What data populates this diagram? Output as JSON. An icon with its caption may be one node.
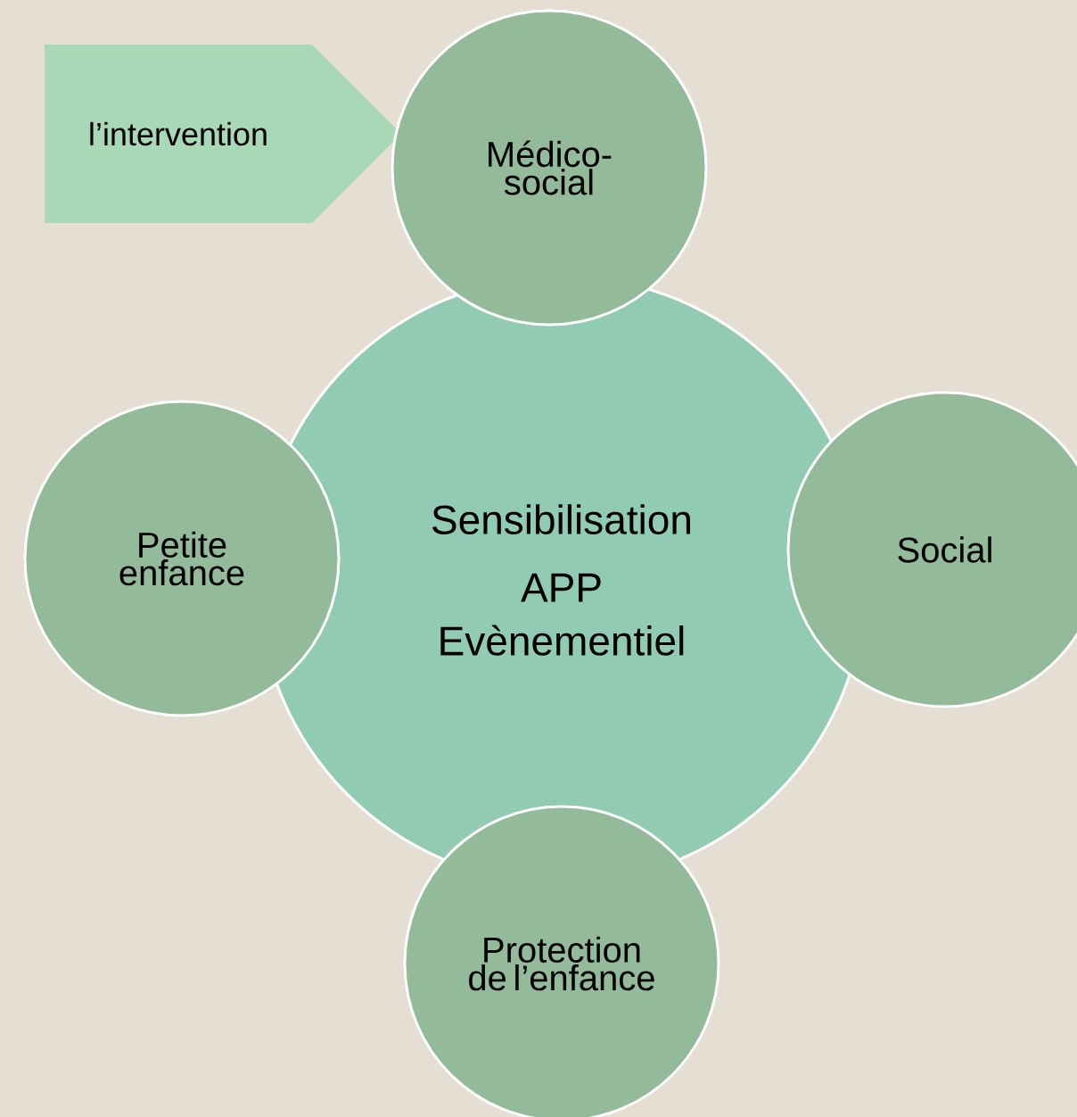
{
  "diagram": {
    "nodes": [
      {
        "text": [
          "l’intervention"
        ]
      },
      {
        "text": [
          "Médico- social"
        ]
      },
      {
        "text": [
          "Sensibilisation",
          "APP",
          "Evènementiel"
        ]
      },
      {
        "text": [
          "Petite enfance"
        ]
      },
      {
        "text": [
          "Social"
        ]
      },
      {
        "text": [
          "Protection de l’enfance"
        ]
      }
    ]
  }
}
